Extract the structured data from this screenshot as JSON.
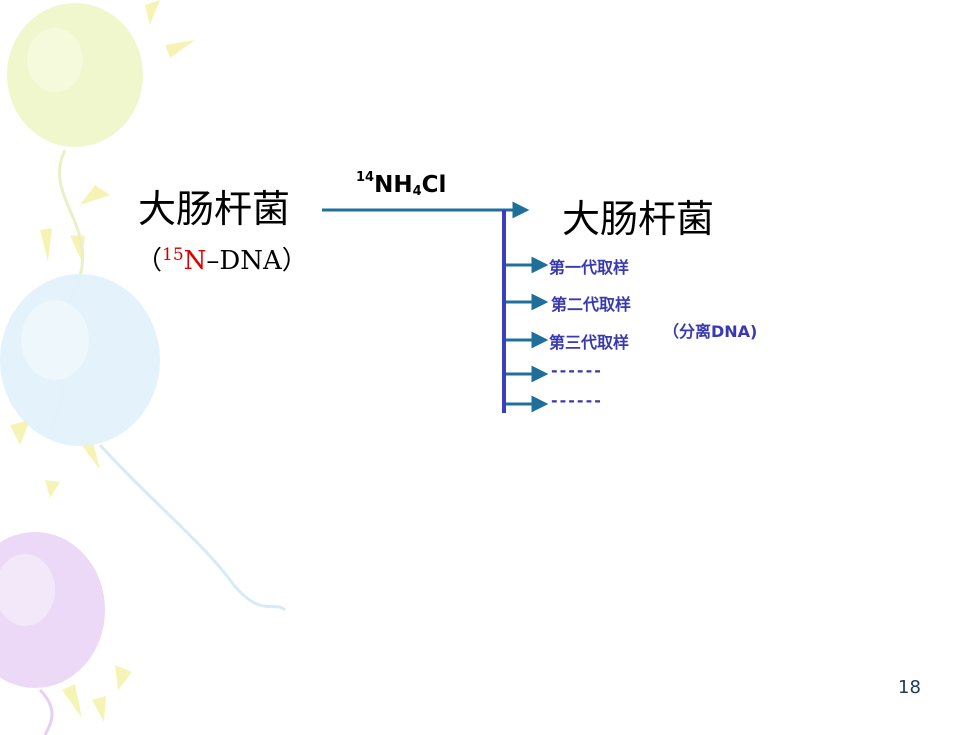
{
  "slide": {
    "source_label": "大肠杆菌",
    "source_sub_open": "（",
    "source_sub_isotope": "15",
    "source_sub_element": "N",
    "source_sub_rest": "–DNA）",
    "reagent_mass": "14",
    "reagent_base": "NH",
    "reagent_subscript": "4",
    "reagent_tail": "Cl",
    "target_label": "大肠杆菌",
    "samples": [
      "第一代取样",
      "第二代取样",
      "第三代取样",
      "------",
      "------"
    ],
    "note": "（分离DNA)",
    "page_number": "18"
  },
  "colors": {
    "arrow": "#1f6f9b",
    "branch_line": "#3b3fbf",
    "sample_text": "#3a3ab0",
    "isotope_red": "#e00000"
  },
  "icons": [
    "balloon-decoration",
    "arrow-right-icon"
  ]
}
